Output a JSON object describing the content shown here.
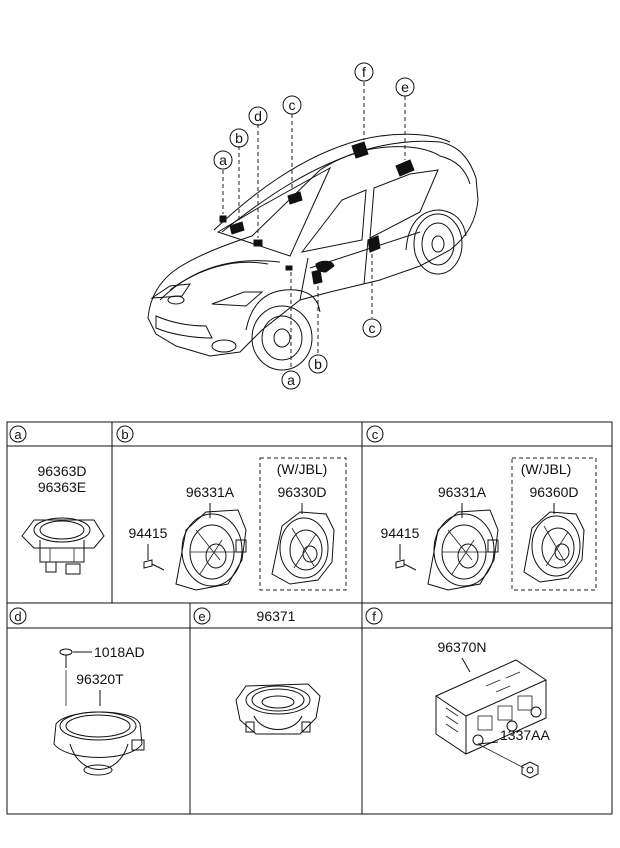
{
  "callouts": {
    "top_a": "a",
    "top_b": "b",
    "top_c": "c",
    "top_d": "d",
    "top_e": "e",
    "top_f": "f",
    "bot_a": "a",
    "bot_b": "b",
    "bot_c": "c"
  },
  "panels": {
    "a": {
      "letter": "a",
      "part1": "96363D",
      "part2": "96363E"
    },
    "b": {
      "letter": "b",
      "speaker": "96331A",
      "screw": "94415",
      "option": "(W/JBL)",
      "option_part": "96330D"
    },
    "c": {
      "letter": "c",
      "speaker": "96331A",
      "screw": "94415",
      "option": "(W/JBL)",
      "option_part": "96360D"
    },
    "d": {
      "letter": "d",
      "screw": "1018AD",
      "speaker": "96320T"
    },
    "e": {
      "letter": "e",
      "part": "96371"
    },
    "f": {
      "letter": "f",
      "amp": "96370N",
      "nut": "1337AA"
    }
  }
}
